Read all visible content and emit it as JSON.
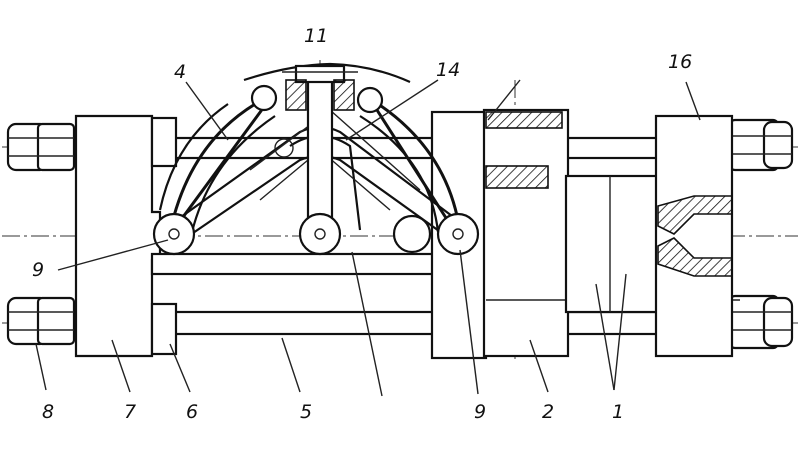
{
  "callouts": {
    "c11": "11",
    "c4": "4",
    "c14": "14",
    "c16": "16",
    "c9_left": "9",
    "c8": "8",
    "c7": "7",
    "c6": "6",
    "c5": "5",
    "c9_bottom": "9",
    "c2": "2",
    "c1": "1"
  }
}
